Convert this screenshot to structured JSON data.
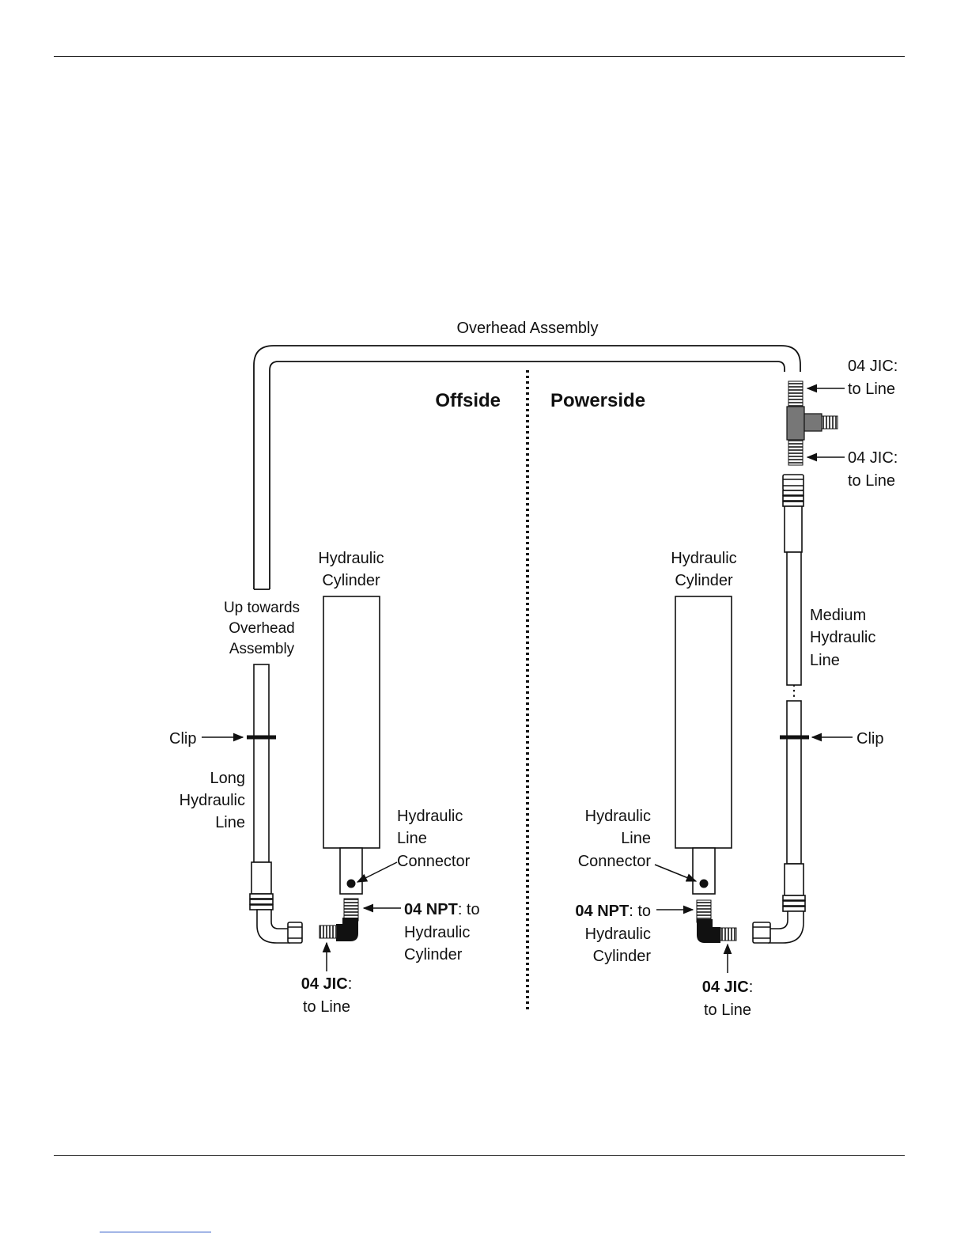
{
  "diagram": {
    "title": "Overhead Assembly",
    "offside_heading": "Offside",
    "powerside_heading": "Powerside",
    "offside": {
      "cylinder_label": [
        "Hydraulic",
        "Cylinder"
      ],
      "overhead_note": [
        "Up towards",
        "Overhead",
        "Assembly"
      ],
      "clip_label": "Clip",
      "line_label": [
        "Long",
        "Hydraulic",
        "Line"
      ],
      "connector_label": [
        "Hydraulic",
        "Line",
        "Connector"
      ],
      "npt_bold": "04 NPT",
      "npt_rest": ": to",
      "npt_lines": [
        "Hydraulic",
        "Cylinder"
      ],
      "jic_bold": "04 JIC",
      "jic_rest": ":",
      "jic_line": "to Line"
    },
    "powerside": {
      "tee_top_label": [
        "04 JIC:",
        "to Line"
      ],
      "tee_bottom_label": [
        "04 JIC:",
        "to Line"
      ],
      "cylinder_label": [
        "Hydraulic",
        "Cylinder"
      ],
      "line_label": [
        "Medium",
        "Hydraulic",
        "Line"
      ],
      "clip_label": "Clip",
      "connector_label": [
        "Hydraulic",
        "Line",
        "Connector"
      ],
      "npt_bold": "04 NPT",
      "npt_rest": ": to",
      "npt_lines": [
        "Hydraulic",
        "Cylinder"
      ],
      "jic_bold": "04 JIC",
      "jic_rest": ":",
      "jic_line": "to Line"
    }
  }
}
